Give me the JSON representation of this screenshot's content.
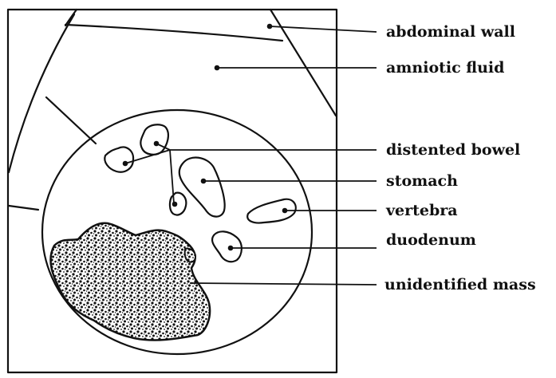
{
  "diagram": {
    "labels": {
      "abdominal_wall": "abdominal wall",
      "amniotic_fluid": "amniotic fluid",
      "distented_bowel": "distented bowel",
      "stomach": "stomach",
      "vertebra": "vertebra",
      "duodenum": "duodenum",
      "unidentified_mass": "unidentified mass"
    },
    "colors": {
      "ink": "#111111",
      "background": "#ffffff"
    }
  }
}
